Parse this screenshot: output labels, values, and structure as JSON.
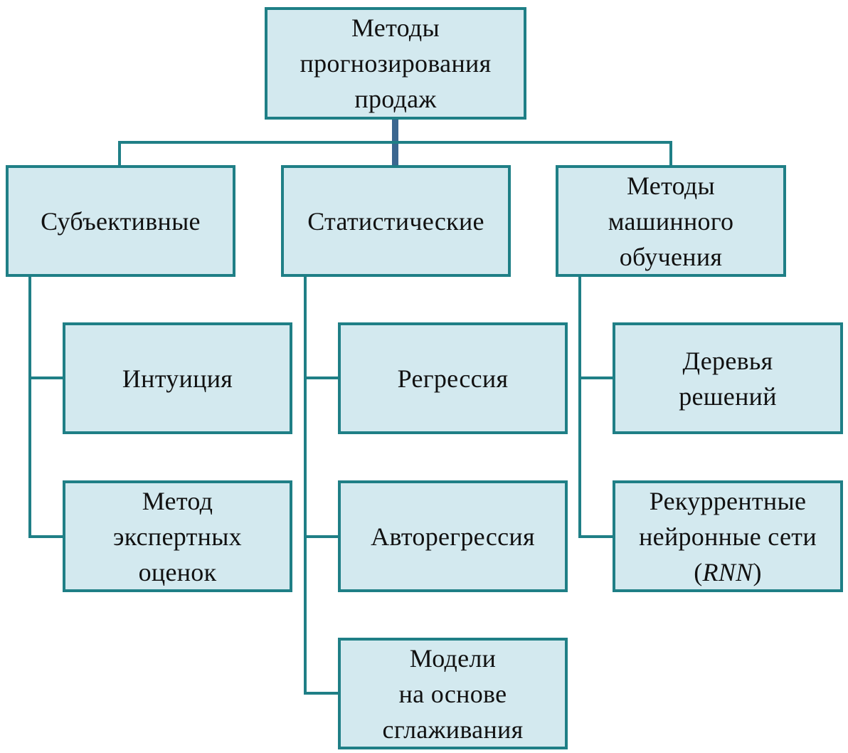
{
  "root": {
    "lines": [
      "Методы",
      "прогнозирования",
      "продаж"
    ]
  },
  "categories": [
    {
      "lines": [
        "Субъективные"
      ],
      "children": [
        {
          "lines": [
            "Интуиция"
          ]
        },
        {
          "lines": [
            "Метод",
            "экспертных",
            "оценок"
          ]
        }
      ]
    },
    {
      "lines": [
        "Статистические"
      ],
      "children": [
        {
          "lines": [
            "Регрессия"
          ]
        },
        {
          "lines": [
            "Авторегрессия"
          ]
        },
        {
          "lines": [
            "Модели",
            "на основе",
            "сглаживания"
          ]
        }
      ]
    },
    {
      "lines": [
        "Методы",
        "машинного",
        "обучения"
      ],
      "children": [
        {
          "lines": [
            "Деревья",
            "решений"
          ]
        },
        {
          "lines": [
            "Рекуррентные",
            "нейронные сети"
          ],
          "tail_prefix": "(",
          "tail_italic": "RNN",
          "tail_suffix": ")"
        }
      ]
    }
  ],
  "colors": {
    "box_fill": "#d3e9ef",
    "border": "#1f7f86",
    "main_connector": "#3b6790"
  }
}
